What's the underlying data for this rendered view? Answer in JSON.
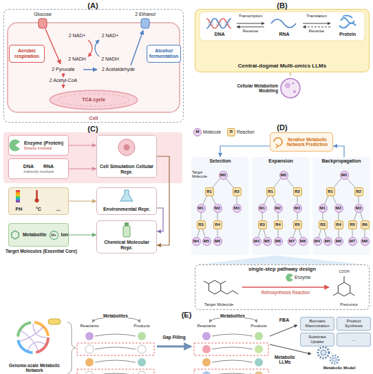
{
  "diagram": {
    "nodes": [
      {
        "text": [
          "Cell"
        ]
      },
      {
        "text": [
          "Aerobic respiration"
        ],
        "in": 0
      },
      {
        "text": [
          "Alcohol fermentation"
        ],
        "in": 0
      },
      {
        "text": [
          "TCA cycle"
        ],
        "in": 0
      },
      {
        "text": [
          "Central-dogmal Multi-omics LLMs"
        ]
      },
      {
        "text": [
          "Cellular Metabolism Modeling"
        ]
      },
      {
        "text": [
          "Enzyme (Protein)",
          "Directly involved"
        ]
      },
      {
        "text": [
          "DNA",
          "RNA",
          "Indirectly involved"
        ]
      },
      {
        "text": [
          "Cell Simulation Cellular Repr."
        ]
      },
      {
        "text": [
          "PH",
          "°C",
          "..."
        ]
      },
      {
        "text": [
          "Environmental Repr."
        ]
      },
      {
        "text": [
          "Metabolite",
          "H+",
          "Ion"
        ]
      },
      {
        "text": [
          "Chemical Molecular Repr."
        ]
      },
      {
        "text": [
          "Iterative Metabolic Network Prediction"
        ]
      },
      {
        "text": [
          "Selection"
        ]
      },
      {
        "text": [
          "M0"
        ],
        "in": 14
      },
      {
        "text": [
          "R1"
        ],
        "in": 14
      },
      {
        "text": [
          "R2"
        ],
        "in": 14
      },
      {
        "text": [
          "M1"
        ],
        "in": 14
      },
      {
        "text": [
          "M2"
        ],
        "in": 14
      },
      {
        "text": [
          "M3"
        ],
        "in": 14
      },
      {
        "text": [
          "R3"
        ],
        "in": 14
      },
      {
        "text": [
          "R4"
        ],
        "in": 14
      },
      {
        "text": [
          "M4"
        ],
        "in": 14
      },
      {
        "text": [
          "M5"
        ],
        "in": 14
      },
      {
        "text": [
          "M6"
        ],
        "in": 14
      },
      {
        "text": [
          "Expansion"
        ]
      },
      {
        "text": [
          "M0"
        ],
        "in": 26
      },
      {
        "text": [
          "R1"
        ],
        "in": 26
      },
      {
        "text": [
          "R2"
        ],
        "in": 26
      },
      {
        "text": [
          "M1"
        ],
        "in": 26
      },
      {
        "text": [
          "M2"
        ],
        "in": 26
      },
      {
        "text": [
          "M3"
        ],
        "in": 26
      },
      {
        "text": [
          "R3"
        ],
        "in": 26
      },
      {
        "text": [
          "R4"
        ],
        "in": 26
      },
      {
        "text": [
          "R5"
        ],
        "in": 26
      },
      {
        "text": [
          "M4"
        ],
        "in": 26
      },
      {
        "text": [
          "M5"
        ],
        "in": 26
      },
      {
        "text": [
          "M6"
        ],
        "in": 26
      },
      {
        "text": [
          "M7"
        ],
        "in": 26
      },
      {
        "text": [
          "M8"
        ],
        "in": 26
      },
      {
        "text": [
          "Backpropagation"
        ]
      },
      {
        "text": [
          "M0"
        ],
        "in": 41
      },
      {
        "text": [
          "R1"
        ],
        "in": 41
      },
      {
        "text": [
          "R2"
        ],
        "in": 41
      },
      {
        "text": [
          "M1"
        ],
        "in": 41
      },
      {
        "text": [
          "M2"
        ],
        "in": 41
      },
      {
        "text": [
          "M3"
        ],
        "in": 41
      },
      {
        "text": [
          "R3"
        ],
        "in": 41
      },
      {
        "text": [
          "R4"
        ],
        "in": 41
      },
      {
        "text": [
          "R5"
        ],
        "in": 41
      },
      {
        "text": [
          "R6"
        ],
        "in": 41
      },
      {
        "text": [
          "M4"
        ],
        "in": 41
      },
      {
        "text": [
          "M5"
        ],
        "in": 41
      },
      {
        "text": [
          "M6"
        ],
        "in": 41
      },
      {
        "text": [
          "M7"
        ],
        "in": 41
      },
      {
        "text": [
          "M8"
        ],
        "in": 41
      },
      {
        "text": [
          "single-step pathway design"
        ]
      },
      {
        "text": [
          "Genome-scale Metabolic Network"
        ]
      },
      {
        "text": [
          "Biomass Maximization"
        ]
      },
      {
        "text": [
          "Product Synthesis"
        ]
      },
      {
        "text": [
          "Substrate Uptake"
        ]
      },
      {
        "text": [
          "..."
        ]
      }
    ],
    "edges": [
      {
        "from": 4,
        "to": 5,
        "arrow": "none"
      },
      {
        "from": 6,
        "to": 8,
        "arrow": "to"
      },
      {
        "from": 7,
        "to": 8,
        "arrow": "to"
      },
      {
        "from": 9,
        "to": 10,
        "arrow": "to"
      },
      {
        "from": 11,
        "to": 12,
        "arrow": "to"
      },
      {
        "from": 8,
        "to": 12,
        "arrow": "to"
      },
      {
        "from": 10,
        "to": 12,
        "arrow": "to"
      },
      {
        "from": 13,
        "to": 14,
        "arrow": "to"
      },
      {
        "from": 41,
        "to": 13,
        "arrow": "to"
      },
      {
        "from": 15,
        "to": 16,
        "arrow": "none"
      },
      {
        "from": 15,
        "to": 17,
        "arrow": "none"
      },
      {
        "from": 16,
        "to": 18,
        "arrow": "none"
      },
      {
        "from": 16,
        "to": 19,
        "arrow": "none"
      },
      {
        "from": 17,
        "to": 20,
        "arrow": "none"
      },
      {
        "from": 18,
        "to": 21,
        "arrow": "none"
      },
      {
        "from": 19,
        "to": 22,
        "arrow": "none"
      },
      {
        "from": 21,
        "to": 23,
        "arrow": "none"
      },
      {
        "from": 21,
        "to": 24,
        "arrow": "none"
      },
      {
        "from": 22,
        "to": 25,
        "arrow": "none"
      },
      {
        "from": 27,
        "to": 28,
        "arrow": "none"
      },
      {
        "from": 27,
        "to": 29,
        "arrow": "none"
      },
      {
        "from": 28,
        "to": 30,
        "arrow": "none"
      },
      {
        "from": 28,
        "to": 31,
        "arrow": "none"
      },
      {
        "from": 29,
        "to": 32,
        "arrow": "none"
      },
      {
        "from": 30,
        "to": 33,
        "arrow": "none"
      },
      {
        "from": 31,
        "to": 34,
        "arrow": "none"
      },
      {
        "from": 32,
        "to": 35,
        "arrow": "none"
      },
      {
        "from": 33,
        "to": 36,
        "arrow": "none"
      },
      {
        "from": 33,
        "to": 37,
        "arrow": "none"
      },
      {
        "from": 34,
        "to": 38,
        "arrow": "none"
      },
      {
        "from": 35,
        "to": 39,
        "arrow": "none"
      },
      {
        "from": 35,
        "to": 40,
        "arrow": "none"
      },
      {
        "from": 42,
        "to": 43,
        "arrow": "none"
      },
      {
        "from": 42,
        "to": 44,
        "arrow": "none"
      },
      {
        "from": 43,
        "to": 45,
        "arrow": "none"
      },
      {
        "from": 43,
        "to": 46,
        "arrow": "none"
      },
      {
        "from": 44,
        "to": 47,
        "arrow": "none"
      },
      {
        "from": 45,
        "to": 48,
        "arrow": "none"
      },
      {
        "from": 46,
        "to": 49,
        "arrow": "none"
      },
      {
        "from": 47,
        "to": 50,
        "arrow": "none"
      },
      {
        "from": 47,
        "to": 51,
        "arrow": "none"
      },
      {
        "from": 48,
        "to": 52,
        "arrow": "none"
      },
      {
        "from": 48,
        "to": 53,
        "arrow": "none"
      },
      {
        "from": 49,
        "to": 54,
        "arrow": "none"
      },
      {
        "from": 50,
        "to": 55,
        "arrow": "none"
      },
      {
        "from": 51,
        "to": 56,
        "arrow": "none"
      }
    ],
    "labels": [
      "(A)",
      "Glucose",
      "2 Ethanol",
      "2 NAD+",
      "2 NAD+",
      "2 NADH",
      "2 NADH",
      "2 Pyruvate",
      "2 Acetaldehyde",
      "2 Acetyl-CoA",
      "(B)",
      "DNA",
      "Transcription",
      "Reverse",
      "RNA",
      "Translation",
      "Reverse",
      "Protein",
      "(C)",
      "Target Molecules (Essential Core)",
      "(D)",
      "M",
      "R",
      "Target Molecule",
      "Target Molecule",
      "Enzyme",
      "Retrosynthesis Reaction",
      "Precursor",
      "(E)",
      "Metabolites",
      "Reactants",
      "Products",
      "Gap Filling",
      "Metabolites",
      "Reactants",
      "Products",
      "FBA",
      "Metabolic LLMs",
      "Metabolic Model",
      "COOH"
    ],
    "legend": [
      {
        "text": "Molecule"
      },
      {
        "text": "Reaction"
      }
    ]
  }
}
